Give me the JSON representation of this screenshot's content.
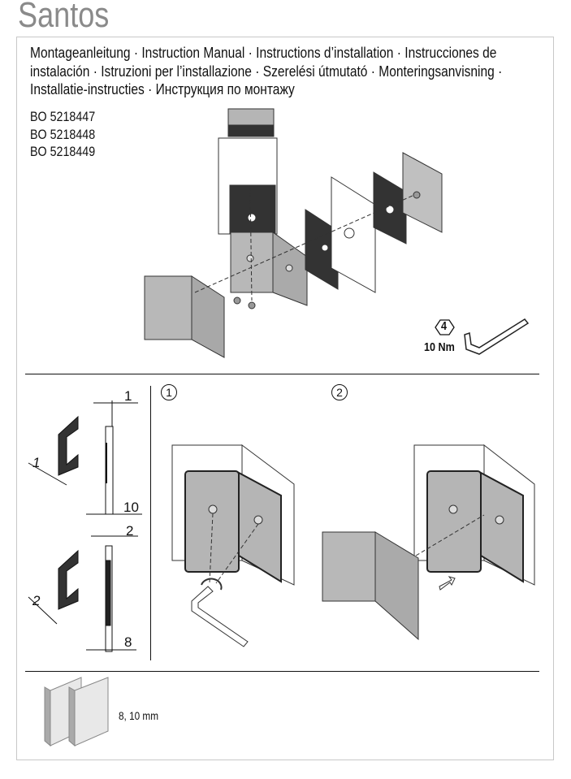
{
  "header": {
    "title": "Santos"
  },
  "languages": [
    "Montageanleitung · Instruction Manual · Instructions d’installation · Instrucciones de",
    "instalación · Istruzioni per l’installazione · Szerelési útmutató · Monteringsanvisning ·",
    "Installatie-instructies · Инструкция по монтажу"
  ],
  "product_codes": [
    "BO 5218447",
    "BO 5218448",
    "BO 5218449"
  ],
  "tool": {
    "hex_size": "4",
    "torque": "10 Nm",
    "icon": "hex-key-icon"
  },
  "gaskets": [
    {
      "thickness_label": "1",
      "glass_label": "10"
    },
    {
      "thickness_label": "2",
      "glass_label": "8"
    }
  ],
  "steps": [
    {
      "number": "1"
    },
    {
      "number": "2"
    }
  ],
  "glass": {
    "thickness": "8, 10 mm",
    "icon": "glass-panes-icon"
  }
}
